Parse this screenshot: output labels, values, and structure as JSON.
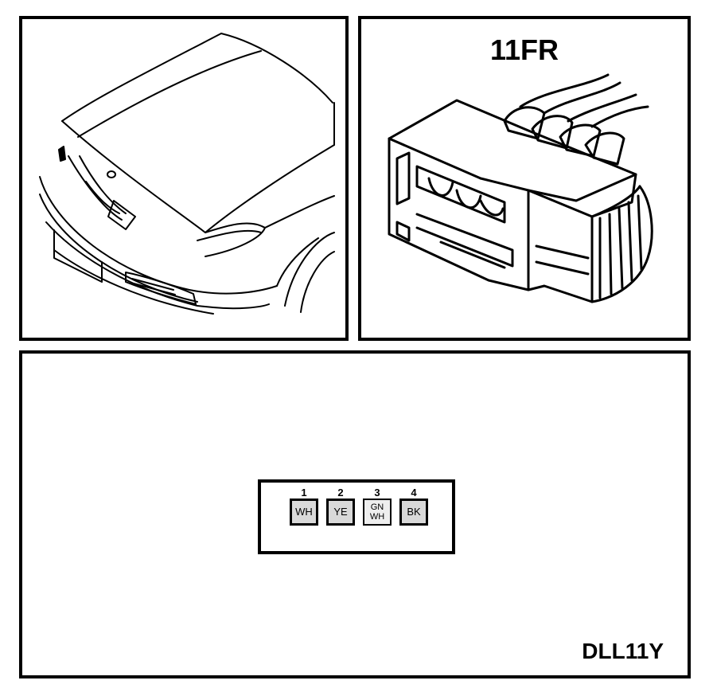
{
  "connector": {
    "title": "11FR",
    "pins": [
      {
        "number": "1",
        "lines": [
          "WH"
        ]
      },
      {
        "number": "2",
        "lines": [
          "YE"
        ]
      },
      {
        "number": "3",
        "lines": [
          "GN",
          "WH"
        ]
      },
      {
        "number": "4",
        "lines": [
          "BK"
        ]
      }
    ]
  },
  "diagram_code": "DLL11Y"
}
